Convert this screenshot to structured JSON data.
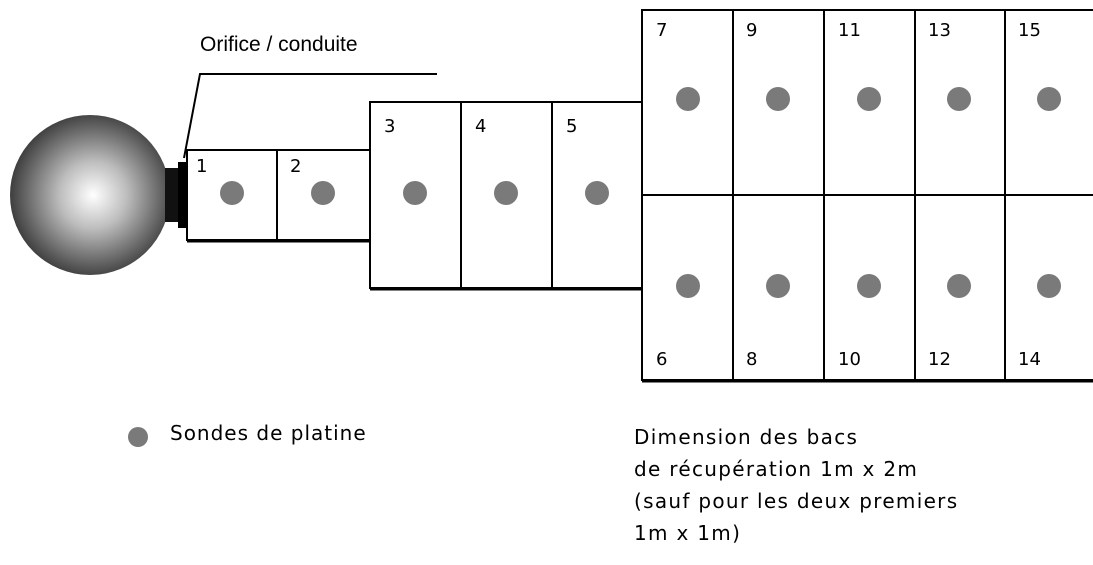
{
  "orifice_label": "Orifice / conduite",
  "legend": {
    "label": "Sondes de platine",
    "marker_color": "#7a7a7a"
  },
  "note_lines": [
    "Dimension des bacs",
    "de récupération 1m x 2m",
    "(sauf pour les deux premiers",
    "1m x 1m)"
  ],
  "trays": [
    "1",
    "2",
    "3",
    "4",
    "5",
    "6",
    "7",
    "8",
    "9",
    "10",
    "11",
    "12",
    "13",
    "14",
    "15"
  ],
  "colors": {
    "probe": "#7a7a7a",
    "outline": "#000000",
    "sphere_highlight": "#ffffff",
    "sphere_shadow": "#222222"
  }
}
